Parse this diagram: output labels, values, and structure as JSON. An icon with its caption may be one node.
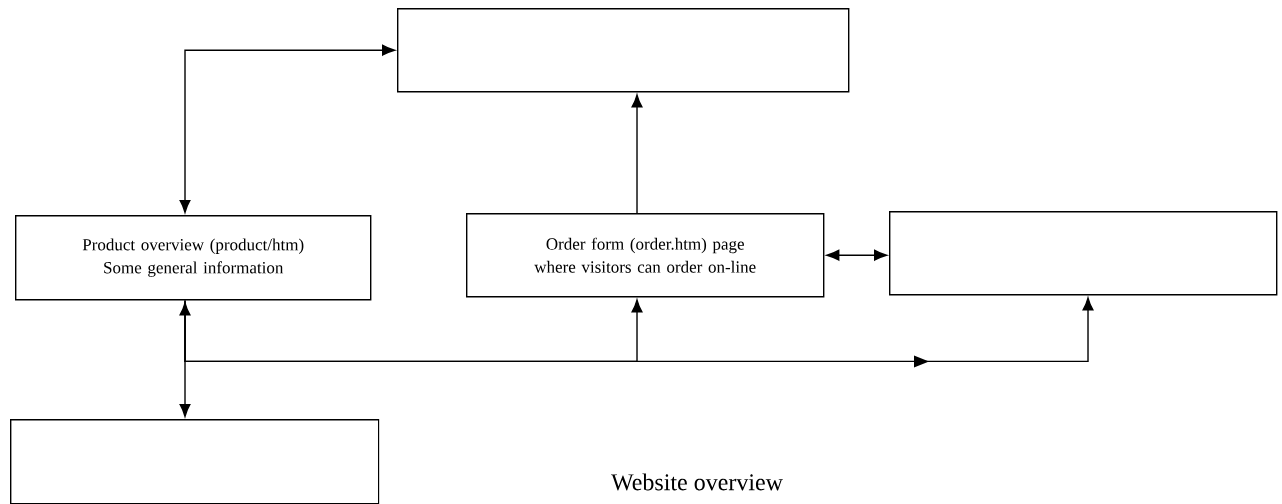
{
  "diagram": {
    "title": "Website overview",
    "nodes": [
      {
        "text": [],
        "shape": "box"
      },
      {
        "text": [
          "Product overview  (product/htm) Some general information"
        ]
      },
      {
        "text": [
          "Order form (order.htm) page where visitors can order on-line"
        ]
      },
      {
        "text": [],
        "shape": "box"
      },
      {
        "text": [],
        "shape": "box"
      }
    ],
    "edges": [
      {
        "from": 1,
        "to": 0,
        "arrow": "both"
      },
      {
        "from": 2,
        "to": 0,
        "arrow": "to"
      },
      {
        "from": 2,
        "to": 3,
        "arrow": "both"
      },
      {
        "from": 1,
        "to": 4,
        "arrow": "both"
      },
      {
        "from": 1,
        "to": 2,
        "arrow": "to"
      },
      {
        "from": 1,
        "to": 3,
        "arrow": "to"
      }
    ]
  }
}
